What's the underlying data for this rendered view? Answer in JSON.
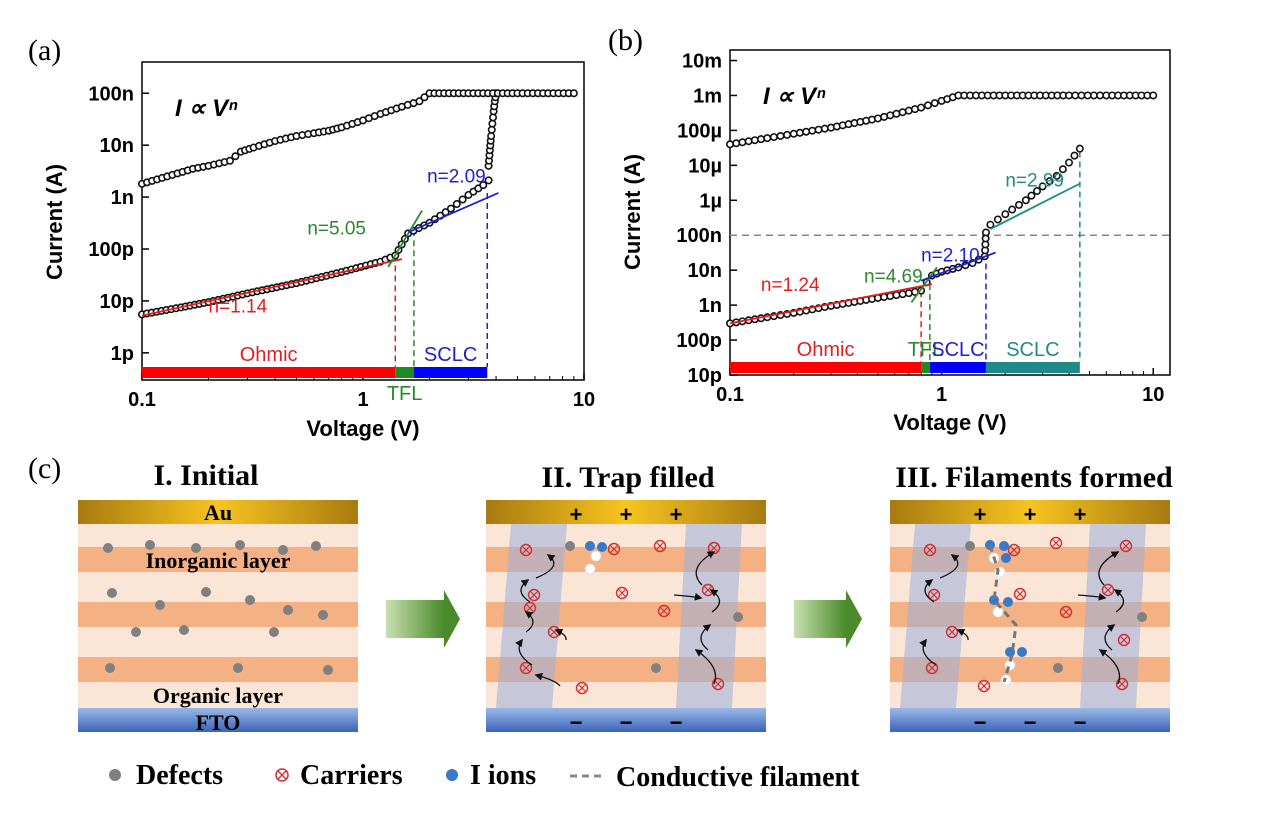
{
  "chart_data": [
    {
      "type": "scatter",
      "panel_label": "(a)",
      "xlabel": "Voltage (V)",
      "ylabel": "Current (A)",
      "xscale": "log",
      "yscale": "log",
      "xlim": [
        0.1,
        10
      ],
      "ylim": [
        3e-13,
        4e-07
      ],
      "xticks": [
        {
          "v": 0.1,
          "label": "0.1"
        },
        {
          "v": 1,
          "label": "1"
        },
        {
          "v": 10,
          "label": "10"
        }
      ],
      "yticks": [
        {
          "v": 1e-12,
          "label": "1p"
        },
        {
          "v": 1e-11,
          "label": "10p"
        },
        {
          "v": 1e-10,
          "label": "100p"
        },
        {
          "v": 1e-09,
          "label": "1n"
        },
        {
          "v": 1e-08,
          "label": "10n"
        },
        {
          "v": 1e-07,
          "label": "100n"
        }
      ],
      "formula": "I ∝ Vⁿ",
      "series": [
        {
          "role": "low",
          "color": "#111111",
          "x": [
            0.1,
            0.15,
            0.2,
            0.3,
            0.5,
            0.8,
            1.2,
            1.4,
            1.6,
            2.0,
            2.5,
            3.0,
            3.5,
            3.7
          ],
          "y": [
            5.5e-12,
            7.5e-12,
            9.5e-12,
            1.4e-11,
            2.2e-11,
            3.6e-11,
            5.7e-11,
            7.5e-11,
            2e-10,
            3.2e-10,
            6e-10,
            1.1e-09,
            1.7e-09,
            2.1e-09
          ]
        },
        {
          "role": "jump",
          "color": "#111111",
          "x": [
            3.7,
            3.75,
            3.8,
            3.85,
            3.9,
            3.95,
            4.0
          ],
          "y": [
            4e-09,
            8e-09,
            1.5e-08,
            2.6e-08,
            4.5e-08,
            7e-08,
            1e-07
          ]
        },
        {
          "role": "high",
          "color": "#111111",
          "x": [
            0.1,
            0.13,
            0.17,
            0.2,
            0.25,
            0.28,
            0.32,
            0.4,
            0.5,
            0.6,
            0.7,
            0.8,
            1.0,
            1.2,
            1.5,
            1.8,
            2.0,
            3.0,
            5.0,
            9.0
          ],
          "y": [
            1.8e-09,
            2.5e-09,
            3.5e-09,
            4e-09,
            5e-09,
            7.5e-09,
            9e-09,
            1.2e-08,
            1.5e-08,
            1.7e-08,
            1.9e-08,
            2.2e-08,
            3e-08,
            4e-08,
            5.5e-08,
            7e-08,
            1e-07,
            1e-07,
            1e-07,
            1e-07
          ]
        }
      ],
      "fits": [
        {
          "label": "n=1.14",
          "color": "#e02020",
          "x": [
            0.1,
            1.5
          ],
          "y": [
            5.2e-12,
            6.4e-11
          ],
          "label_x": 0.2,
          "label_y": 6e-12
        },
        {
          "label": "n=5.05",
          "color": "#2a8a2a",
          "x": [
            1.3,
            1.85
          ],
          "y": [
            4.5e-11,
            5.5e-10
          ],
          "label_x": 0.56,
          "label_y": 1.9e-10
        },
        {
          "label": "n=2.09",
          "color": "#2020d0",
          "x": [
            1.6,
            4.1
          ],
          "y": [
            2.1e-10,
            1.2e-09
          ],
          "label_x": 1.95,
          "label_y": 1.9e-09
        }
      ],
      "guides": [
        {
          "color": "#e02020",
          "x": 1.4,
          "y": 7.5e-11
        },
        {
          "color": "#2a8a2a",
          "x": 1.7,
          "y": 2.3e-10
        },
        {
          "color": "#2020d0",
          "x": 3.65,
          "y": 1.2e-09
        }
      ],
      "regions": [
        {
          "label": "Ohmic",
          "color": "#ff0000",
          "from": 0.1,
          "to": 1.4,
          "label_color": "#e02020",
          "label_pos": "above"
        },
        {
          "label": "TFL",
          "color": "#1f8a1f",
          "from": 1.4,
          "to": 1.7,
          "label_color": "#2a8a2a",
          "label_pos": "below"
        },
        {
          "label": "SCLC",
          "color": "#0000ff",
          "from": 1.7,
          "to": 3.65,
          "label_color": "#2020d0",
          "label_pos": "above"
        }
      ]
    },
    {
      "type": "scatter",
      "panel_label": "(b)",
      "xlabel": "Voltage (V)",
      "ylabel": "Current (A)",
      "xscale": "log",
      "yscale": "log",
      "xlim": [
        0.1,
        12
      ],
      "ylim": [
        1e-11,
        0.02
      ],
      "xticks": [
        {
          "v": 0.1,
          "label": "0.1"
        },
        {
          "v": 1,
          "label": "1"
        },
        {
          "v": 10,
          "label": "10"
        }
      ],
      "yticks": [
        {
          "v": 1e-11,
          "label": "10p"
        },
        {
          "v": 1e-10,
          "label": "100p"
        },
        {
          "v": 1e-09,
          "label": "1n"
        },
        {
          "v": 1e-08,
          "label": "10n"
        },
        {
          "v": 1e-07,
          "label": "100n"
        },
        {
          "v": 1e-06,
          "label": "1µ"
        },
        {
          "v": 1e-05,
          "label": "10µ"
        },
        {
          "v": 0.0001,
          "label": "100µ"
        },
        {
          "v": 0.001,
          "label": "1m"
        },
        {
          "v": 0.01,
          "label": "10m"
        }
      ],
      "formula": "I ∝ Vⁿ",
      "hline": {
        "y": 1e-07,
        "color": "#888888"
      },
      "series": [
        {
          "role": "low",
          "color": "#111111",
          "x": [
            0.1,
            0.15,
            0.2,
            0.3,
            0.5,
            0.7,
            0.8,
            0.85,
            0.9,
            1.0,
            1.2,
            1.4,
            1.6,
            1.62,
            1.7,
            2.0,
            2.5,
            3.0,
            3.5,
            4.0,
            4.5
          ],
          "y": [
            3e-10,
            4.5e-10,
            6e-10,
            9.5e-10,
            1.6e-09,
            2.2e-09,
            2.6e-09,
            4.5e-09,
            7e-09,
            9e-09,
            1.2e-08,
            1.6e-08,
            2.5e-08,
            1.2e-07,
            2e-07,
            4e-07,
            1e-06,
            2.5e-06,
            5e-06,
            1.2e-05,
            3e-05
          ]
        },
        {
          "role": "high",
          "color": "#111111",
          "x": [
            0.1,
            0.15,
            0.2,
            0.3,
            0.5,
            0.8,
            1.0,
            1.2,
            2.0,
            4.0,
            6.0,
            10.0
          ],
          "y": [
            4e-05,
            6e-05,
            8e-05,
            0.00012,
            0.00022,
            0.00045,
            0.0007,
            0.001,
            0.001,
            0.001,
            0.001,
            0.001
          ]
        }
      ],
      "fits": [
        {
          "label": "n=1.24",
          "color": "#e02020",
          "x": [
            0.1,
            0.9
          ],
          "y": [
            3e-10,
            4e-09
          ],
          "label_x": 0.14,
          "label_y": 2.5e-09
        },
        {
          "label": "n=4.69",
          "color": "#2a8a2a",
          "x": [
            0.72,
            0.95
          ],
          "y": [
            1.2e-09,
            1.2e-08
          ],
          "label_x": 0.43,
          "label_y": 4.5e-09
        },
        {
          "label": "n=2.10",
          "color": "#2020d0",
          "x": [
            0.8,
            1.8
          ],
          "y": [
            5e-09,
            3.2e-08
          ],
          "label_x": 0.8,
          "label_y": 1.8e-08
        },
        {
          "label": "n=2.99",
          "color": "#1f8a8a",
          "x": [
            1.7,
            4.5
          ],
          "y": [
            1.5e-07,
            3e-06
          ],
          "label_x": 2.0,
          "label_y": 2.5e-06
        }
      ],
      "guides": [
        {
          "color": "#e02020",
          "x": 0.8,
          "y": 2.5e-09
        },
        {
          "color": "#2a8a2a",
          "x": 0.88,
          "y": 4e-09
        },
        {
          "color": "#2020d0",
          "x": 1.62,
          "y": 3e-08
        },
        {
          "color": "#1f8a8a",
          "x": 4.5,
          "y": 2.5e-05
        }
      ],
      "regions": [
        {
          "label": "Ohmic",
          "color": "#ff0000",
          "from": 0.1,
          "to": 0.8,
          "label_color": "#e02020",
          "label_pos": "above"
        },
        {
          "label": "TFL",
          "color": "#1f8a1f",
          "from": 0.8,
          "to": 0.88,
          "label_color": "#2a8a2a",
          "label_pos": "above"
        },
        {
          "label": "SCLC",
          "color": "#0000ff",
          "from": 0.88,
          "to": 1.62,
          "label_color": "#2020d0",
          "label_pos": "above"
        },
        {
          "label": "SCLC",
          "color": "#1f8a8a",
          "from": 1.62,
          "to": 4.5,
          "label_color": "#1f8a8a",
          "label_pos": "above"
        }
      ]
    }
  ],
  "panel_c": {
    "panel_label": "(c)",
    "stages": [
      {
        "title": "I. Initial",
        "top_label": "Au",
        "bottom_label": "FTO",
        "mid_label": "Inorganic layer",
        "low_label": "Organic layer"
      },
      {
        "title": "II. Trap filled",
        "top_label": "",
        "bottom_label": "",
        "mid_label": "",
        "low_label": ""
      },
      {
        "title": "III. Filaments formed",
        "top_label": "",
        "bottom_label": "",
        "mid_label": "",
        "low_label": ""
      }
    ],
    "plus_sign": "+",
    "minus_sign": "−",
    "legend": [
      {
        "key": "defect",
        "label": "Defects",
        "color": "#808080"
      },
      {
        "key": "carrier",
        "label": "Carriers",
        "color": "#d03030"
      },
      {
        "key": "ion",
        "label": "I ions",
        "color": "#3a78c8"
      },
      {
        "key": "filament",
        "label": "Conductive filament",
        "color": "#888888"
      }
    ]
  }
}
